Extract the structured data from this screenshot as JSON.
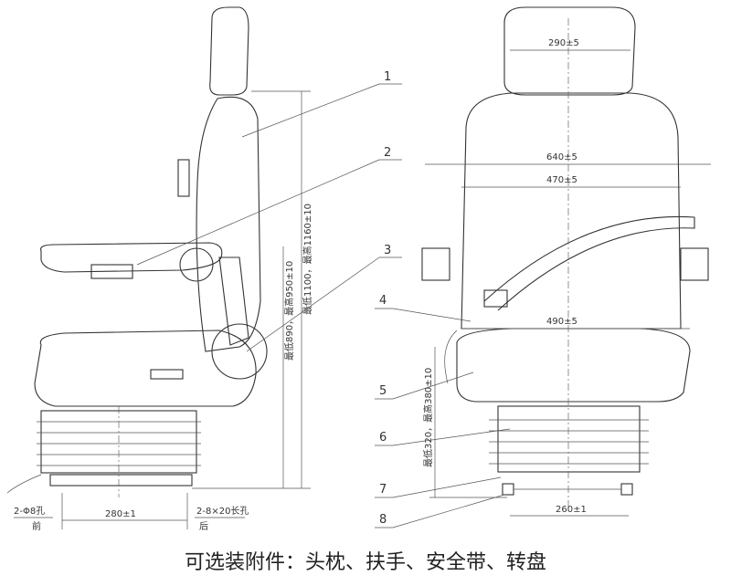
{
  "side_view": {
    "dim_seat_height": "最低890，最高950±10",
    "dim_total_height": "最低1100，最高1160±10",
    "dim_base_width": "280±1",
    "front_holes": "2-Φ8孔",
    "front_label": "前",
    "rear_holes": "2-8×20长孔",
    "rear_label": "后",
    "callouts": [
      "1",
      "2",
      "3"
    ]
  },
  "front_view": {
    "dim_headrest": "290±5",
    "dim_outer_width": "640±5",
    "dim_back_width": "470±5",
    "dim_cushion_width": "490±5",
    "dim_suspension_height": "最低320，最高380±10",
    "dim_base_width": "260±1",
    "callouts": [
      "4",
      "5",
      "6",
      "7",
      "8"
    ]
  },
  "caption": "可选装附件：头枕、扶手、安全带、转盘"
}
